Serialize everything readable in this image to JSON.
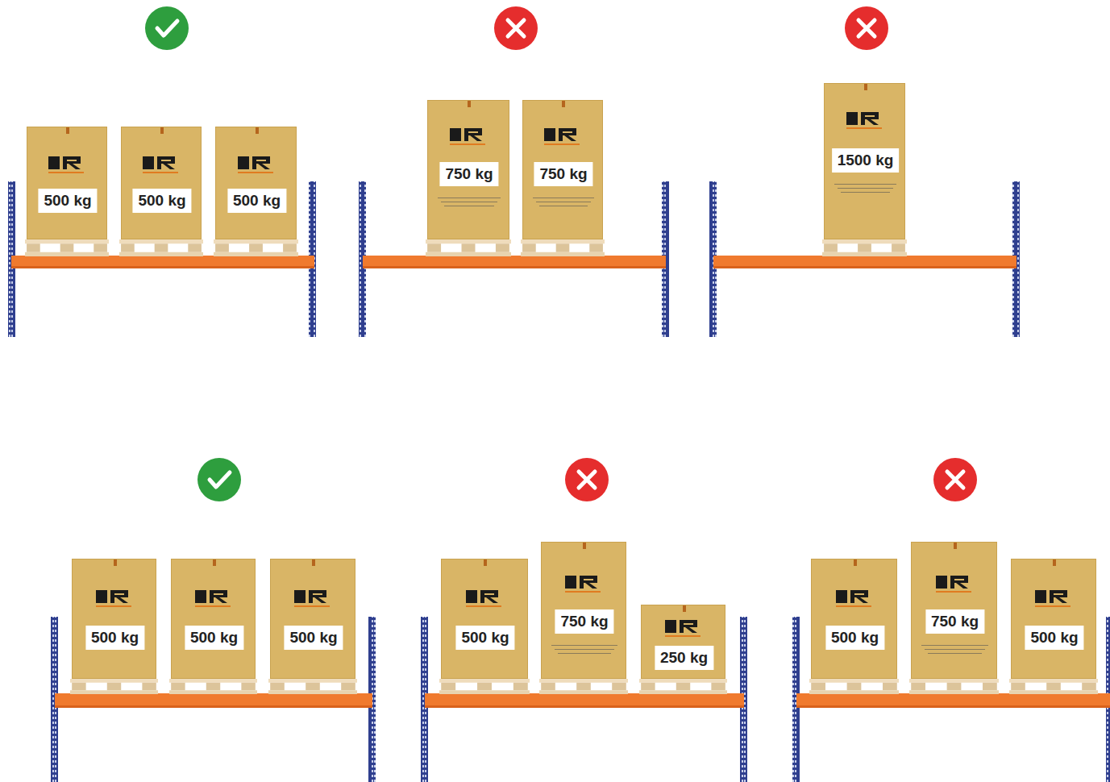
{
  "diagram": {
    "nodes": [
      {
        "text": [
          "500 kg"
        ]
      },
      {
        "text": [
          "500 kg"
        ]
      },
      {
        "text": [
          "500 kg"
        ]
      },
      {
        "text": [
          "750 kg"
        ]
      },
      {
        "text": [
          "750 kg"
        ]
      },
      {
        "text": [
          "1500 kg"
        ]
      },
      {
        "text": [
          "500 kg"
        ]
      },
      {
        "text": [
          "500 kg"
        ]
      },
      {
        "text": [
          "500 kg"
        ]
      },
      {
        "text": [
          "500 kg"
        ]
      },
      {
        "text": [
          "750 kg"
        ]
      },
      {
        "text": [
          "250 kg"
        ]
      },
      {
        "text": [
          "500 kg"
        ]
      },
      {
        "text": [
          "750 kg"
        ]
      },
      {
        "text": [
          "500 kg"
        ]
      }
    ]
  }
}
